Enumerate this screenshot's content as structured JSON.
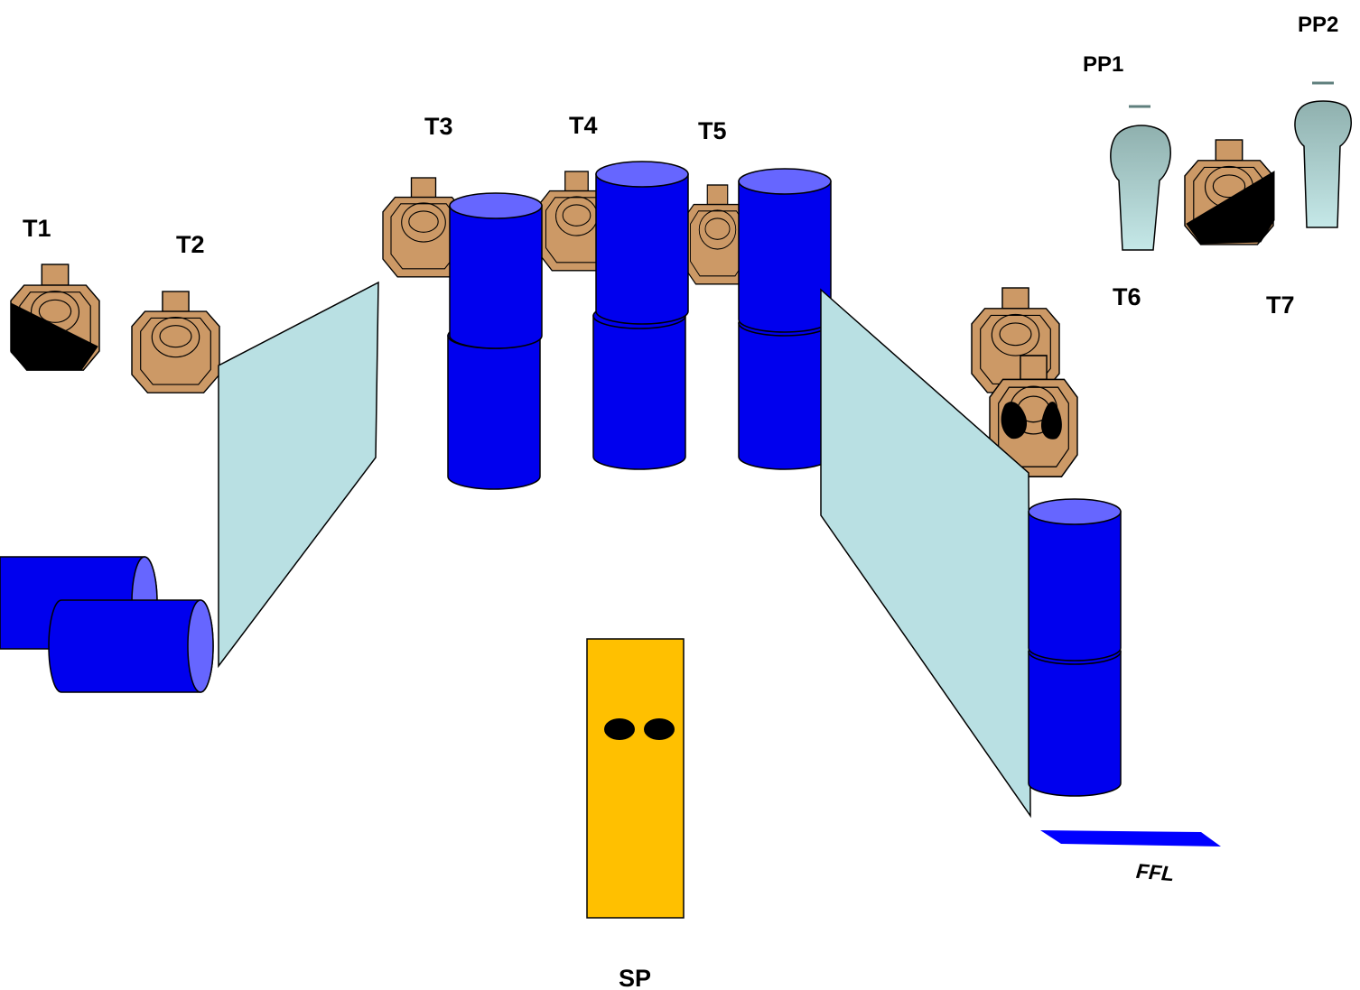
{
  "labels": {
    "t1": "T1",
    "t2": "T2",
    "t3": "T3",
    "t4": "T4",
    "t5": "T5",
    "t6": "T6",
    "t7": "T7",
    "pp1": "PP1",
    "pp2": "PP2",
    "sp": "SP",
    "ffl": "FFL"
  },
  "colors": {
    "target_tan": "#CC9966",
    "barrel_body": "#0000EE",
    "barrel_top": "#6666FF",
    "wall": "#B9E0E3",
    "start_box": "#FFC000",
    "fault_line": "#0000FF",
    "popper_top": "#8FB0AE",
    "popper_bottom": "#C5E8E8",
    "no_shoot": "#000000"
  },
  "icons": {
    "target": "cardboard-target-icon",
    "barrel": "barrel-icon",
    "popper": "steel-popper-icon",
    "wall": "wall-panel-icon",
    "start_position": "start-box-icon"
  }
}
